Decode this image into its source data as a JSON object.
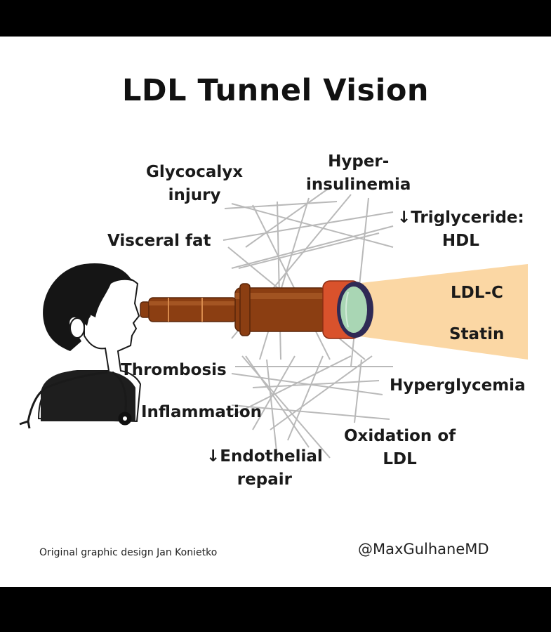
{
  "title": "LDL Tunnel Vision",
  "labels": {
    "glycocalyx": [
      "Glycocalyx",
      "injury"
    ],
    "hyperinsulinemia": [
      "Hyper-",
      "insulinemia"
    ],
    "triglyceride": [
      "↓Triglyceride:",
      "HDL"
    ],
    "visceral_fat": "Visceral fat",
    "ldl_c": "LDL-C",
    "statin": "Statin",
    "thrombosis": "Thrombosis",
    "hyperglycemia": "Hyperglycemia",
    "inflammation": "Inflammation",
    "oxidation": [
      "Oxidation of",
      "LDL"
    ],
    "endothelial": [
      "↓Endothelial",
      "repair"
    ]
  },
  "credit": "Original graphic design Jan Konietko",
  "handle": "@MaxGulhaneMD",
  "colors": {
    "background": "#ffffff",
    "border": "#000000",
    "telescope_body": "#8b3e12",
    "telescope_highlight": "#b5652e",
    "telescope_ring": "#d9522c",
    "lens": "#a9d6b4",
    "lens_rim": "#2f2a55",
    "light_cone": "#fbd7a4",
    "person_hair": "#151515",
    "person_shirt": "#1e1e1e",
    "lines": "#b9b9b9"
  },
  "icons": [
    "person-icon",
    "stethoscope-icon",
    "telescope-icon",
    "light-beam-icon"
  ]
}
